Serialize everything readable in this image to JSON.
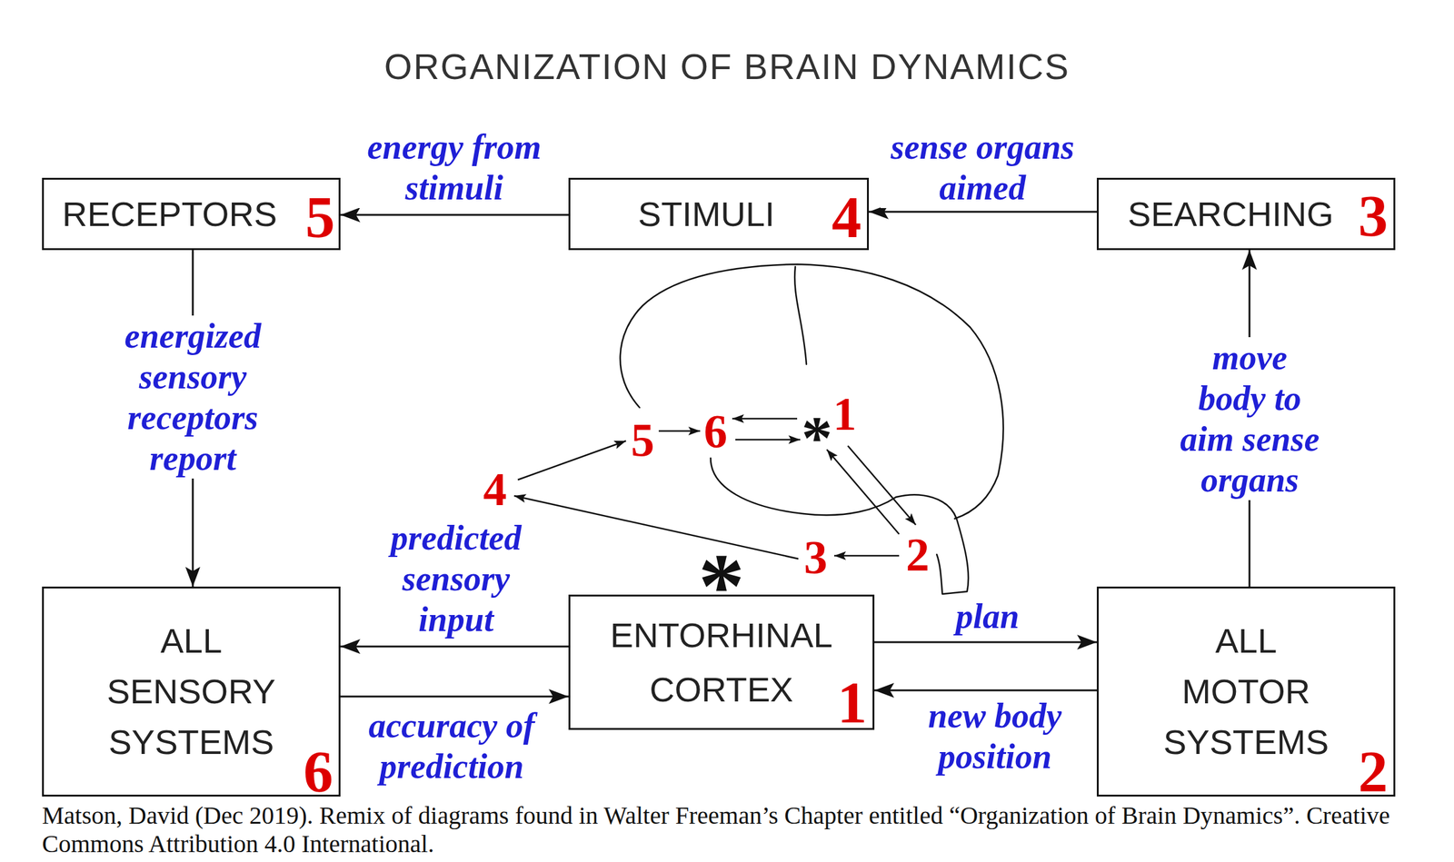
{
  "diagram": {
    "title": "ORGANIZATION OF BRAIN DYNAMICS",
    "caption": "Matson, David (Dec 2019). Remix of diagrams found in Walter Freeman’s Chapter entitled “Organization of Brain Dynamics”. Creative Commons Attribution 4.0 International.",
    "nodes": [
      {
        "text": [
          "RECEPTORS"
        ]
      },
      {
        "text": [
          "STIMULI"
        ]
      },
      {
        "text": [
          "SEARCHING"
        ]
      },
      {
        "text": [
          "ALL SENSORY SYSTEMS"
        ]
      },
      {
        "text": [
          "ENTORHINAL CORTEX"
        ]
      },
      {
        "text": [
          "ALL MOTOR SYSTEMS"
        ]
      }
    ],
    "edges": [
      {
        "from": 1,
        "to": 0,
        "label": "energy from stimuli",
        "arrow": "to"
      },
      {
        "from": 2,
        "to": 1,
        "label": "sense organs aimed",
        "arrow": "to"
      },
      {
        "from": 0,
        "to": 3,
        "label": "energized sensory receptors report",
        "arrow": "to"
      },
      {
        "from": 4,
        "to": 3,
        "label": "predicted sensory input",
        "arrow": "to"
      },
      {
        "from": 3,
        "to": 4,
        "label": "accuracy of prediction",
        "arrow": "to"
      },
      {
        "from": 4,
        "to": 5,
        "label": "plan",
        "arrow": "to"
      },
      {
        "from": 5,
        "to": 4,
        "label": "new body position",
        "arrow": "to"
      },
      {
        "from": 5,
        "to": 2,
        "label": "move body to aim sense organs",
        "arrow": "to"
      }
    ],
    "labels": [
      "5",
      "4",
      "3",
      "*",
      "1",
      "5",
      "6",
      "4",
      "3",
      "2",
      "*",
      "6",
      "1",
      "2"
    ]
  }
}
